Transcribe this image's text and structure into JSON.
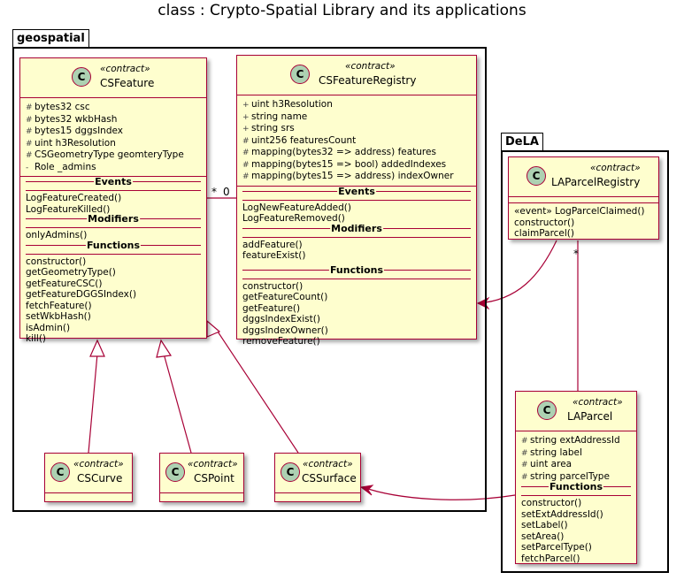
{
  "diagram": {
    "title": "class : Crypto-Spatial Library and its applications",
    "packages": {
      "geospatial": {
        "label": "geospatial"
      },
      "dela": {
        "label": "DeLA"
      }
    },
    "classes": {
      "csfeature": {
        "stereotype": "«contract»",
        "name": "CSFeature",
        "attributes": [
          {
            "vis": "#",
            "text": "bytes32 csc"
          },
          {
            "vis": "#",
            "text": "bytes32 wkbHash"
          },
          {
            "vis": "#",
            "text": "bytes15  dggsIndex"
          },
          {
            "vis": "#",
            "text": "uint  h3Resolution"
          },
          {
            "vis": "#",
            "text": "CSGeometryType geomteryType"
          },
          {
            "vis": "-",
            "text": "Role _admins"
          }
        ],
        "sec1": "Events",
        "events": [
          "LogFeatureCreated()",
          "LogFeatureKilled()"
        ],
        "sec2": "Modifiers",
        "modifiers": [
          "onlyAdmins()"
        ],
        "sec3": "Functions",
        "functions": [
          "constructor()",
          "getGeometryType()",
          "getFeatureCSC()",
          "getFeatureDGGSIndex()",
          "fetchFeature()",
          "setWkbHash()",
          "isAdmin()",
          "kill()"
        ]
      },
      "csfeatureregistry": {
        "stereotype": "«contract»",
        "name": "CSFeatureRegistry",
        "attributes": [
          {
            "vis": "+",
            "text": "uint h3Resolution"
          },
          {
            "vis": "+",
            "text": "string name"
          },
          {
            "vis": "+",
            "text": "string srs"
          },
          {
            "vis": "#",
            "text": "uint256 featuresCount"
          },
          {
            "vis": "#",
            "text": "mapping(bytes32 => address) features"
          },
          {
            "vis": "#",
            "text": "mapping(bytes15 => bool) addedIndexes"
          },
          {
            "vis": "#",
            "text": "mapping(bytes15 => address) indexOwner"
          }
        ],
        "sec1": "Events",
        "events": [
          "LogNewFeatureAdded()",
          "LogFeatureRemoved()"
        ],
        "sec2": "Modifiers",
        "modifiers": [
          "addFeature()",
          "featureExist()"
        ],
        "sec3": "Functions",
        "functions": [
          "constructor()",
          "getFeatureCount()",
          "getFeature()",
          "dggsIndexExist()",
          "dggsIndexOwner()",
          "removeFeature()"
        ]
      },
      "cscurve": {
        "stereotype": "«contract»",
        "name": "CSCurve"
      },
      "cspoint": {
        "stereotype": "«contract»",
        "name": "CSPoint"
      },
      "cssurface": {
        "stereotype": "«contract»",
        "name": "CSSurface"
      },
      "laparcelregistry": {
        "stereotype": "«contract»",
        "name": "LAParcelRegistry",
        "methods": [
          "«event» LogParcelClaimed()",
          "constructor()",
          "claimParcel()"
        ]
      },
      "laparcel": {
        "stereotype": "«contract»",
        "name": "LAParcel",
        "attributes": [
          {
            "vis": "#",
            "text": "string extAddressId"
          },
          {
            "vis": "#",
            "text": "string label"
          },
          {
            "vis": "#",
            "text": "uint area"
          },
          {
            "vis": "#",
            "text": "string parcelType"
          }
        ],
        "sec1": "Functions",
        "functions": [
          "constructor()",
          "setExtAddressId()",
          "setLabel()",
          "setArea()",
          "setParcelType()",
          "fetchParcel()"
        ]
      }
    },
    "multiplicities": {
      "feature_side": "*",
      "registry_side": "0",
      "laparcelregistry_side": "*"
    }
  }
}
